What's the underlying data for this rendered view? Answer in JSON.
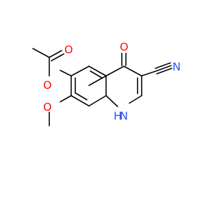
{
  "molecule": {
    "atoms": {
      "carbonyl_o": {
        "label": "O",
        "color": "#ff0d0d"
      },
      "nitrile_n": {
        "label": "N",
        "color": "#3050f8"
      },
      "ester_o": {
        "label": "O",
        "color": "#ff0d0d"
      },
      "acetyl_o": {
        "label": "O",
        "color": "#ff0d0d"
      },
      "methoxy_o": {
        "label": "O",
        "color": "#ff0d0d"
      },
      "ring_n": {
        "label": "N",
        "color": "#3050f8"
      },
      "ring_h": {
        "label": "H",
        "color": "#3050f8"
      }
    },
    "bond_color": "#000000"
  }
}
